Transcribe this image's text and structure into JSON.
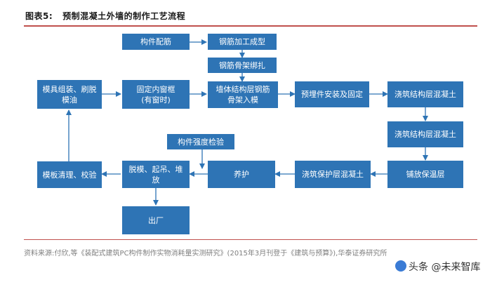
{
  "figure": {
    "number": "图表5:",
    "title": "预制混凝土外墙的制作工艺流程"
  },
  "nodes": {
    "component_config": "构件配筋",
    "rebar_processing": "钢筋加工成型",
    "rebar_cage": "钢筋骨架绑扎",
    "mold_assembly": "模具组装、刷脱\n模油",
    "fix_window_frame": "固定内窗框\n(有窗时)",
    "wall_rebar_cage": "墙体结构层钢筋\n骨架入模",
    "embedded_parts": "预埋件安装及固定",
    "pour_structural_1": "浇筑结构层混凝土",
    "pour_structural_2": "浇筑结构层混凝土",
    "insulation": "铺放保温层",
    "pour_protective": "浇筑保护层混凝土",
    "curing": "养护",
    "demold_lift_stack": "脱模、起吊、堆\n放",
    "strength_test": "构件强度检验",
    "mold_cleaning": "模板清理、校验",
    "factory_out": "出厂"
  },
  "source": "资料来源:付欣,等《装配式建筑PC构件制作实物消耗量实测研究》(2015年3月刊登于《建筑与预算》),华泰证券研究所",
  "watermark": "头条 @未来智库"
}
